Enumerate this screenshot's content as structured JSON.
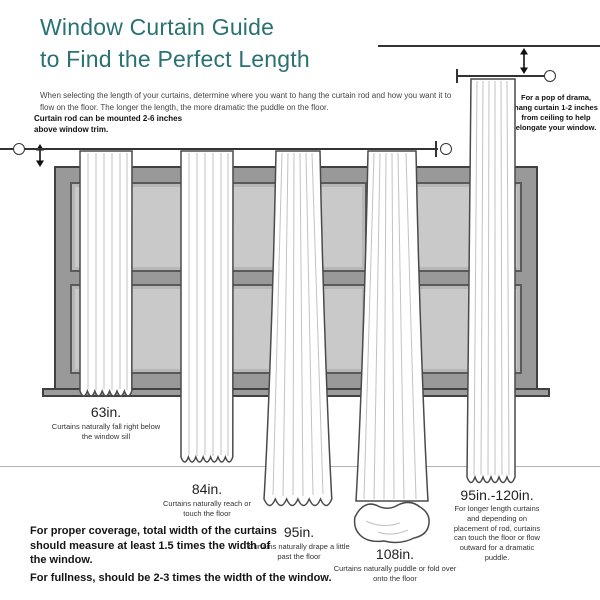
{
  "title": {
    "line1": "Window Curtain Guide",
    "line2": "to Find the Perfect Length"
  },
  "intro": "When selecting the length of your curtains, determine where you want to hang the curtain rod and how you want it to flow on the floor. The longer the length, the more dramatic the puddle on the floor.",
  "notes": {
    "rod_mount": "Curtain rod can be mounted 2-6 inches above window trim.",
    "drama": "For a pop of drama, hang curtain 1-2 inches from ceiling to help elongate your window."
  },
  "curtains": [
    {
      "length": "63in.",
      "caption": "Curtains naturally fall right below the window sill"
    },
    {
      "length": "84in.",
      "caption": "Curtains naturally reach or touch the floor"
    },
    {
      "length": "95in.",
      "caption": "Curtains naturally drape a little past the floor"
    },
    {
      "length": "108in.",
      "caption": "Curtains naturally puddle or fold over onto the floor"
    },
    {
      "length": "95in.-120in.",
      "caption": "For longer length curtains and depending on placement of rod, curtains can touch the floor or flow outward for a dramatic puddle."
    }
  ],
  "footer": {
    "line1": "For proper coverage, total width of the curtains should measure at least 1.5 times the width of the window.",
    "line2": "For fullness, should be 2-3 times the width of the window."
  },
  "icons": {
    "vertical_double_arrow": "↕"
  },
  "colors": {
    "accent": "#2a7173",
    "window_frame": "#999999",
    "window_pane": "#c9c9c9"
  }
}
